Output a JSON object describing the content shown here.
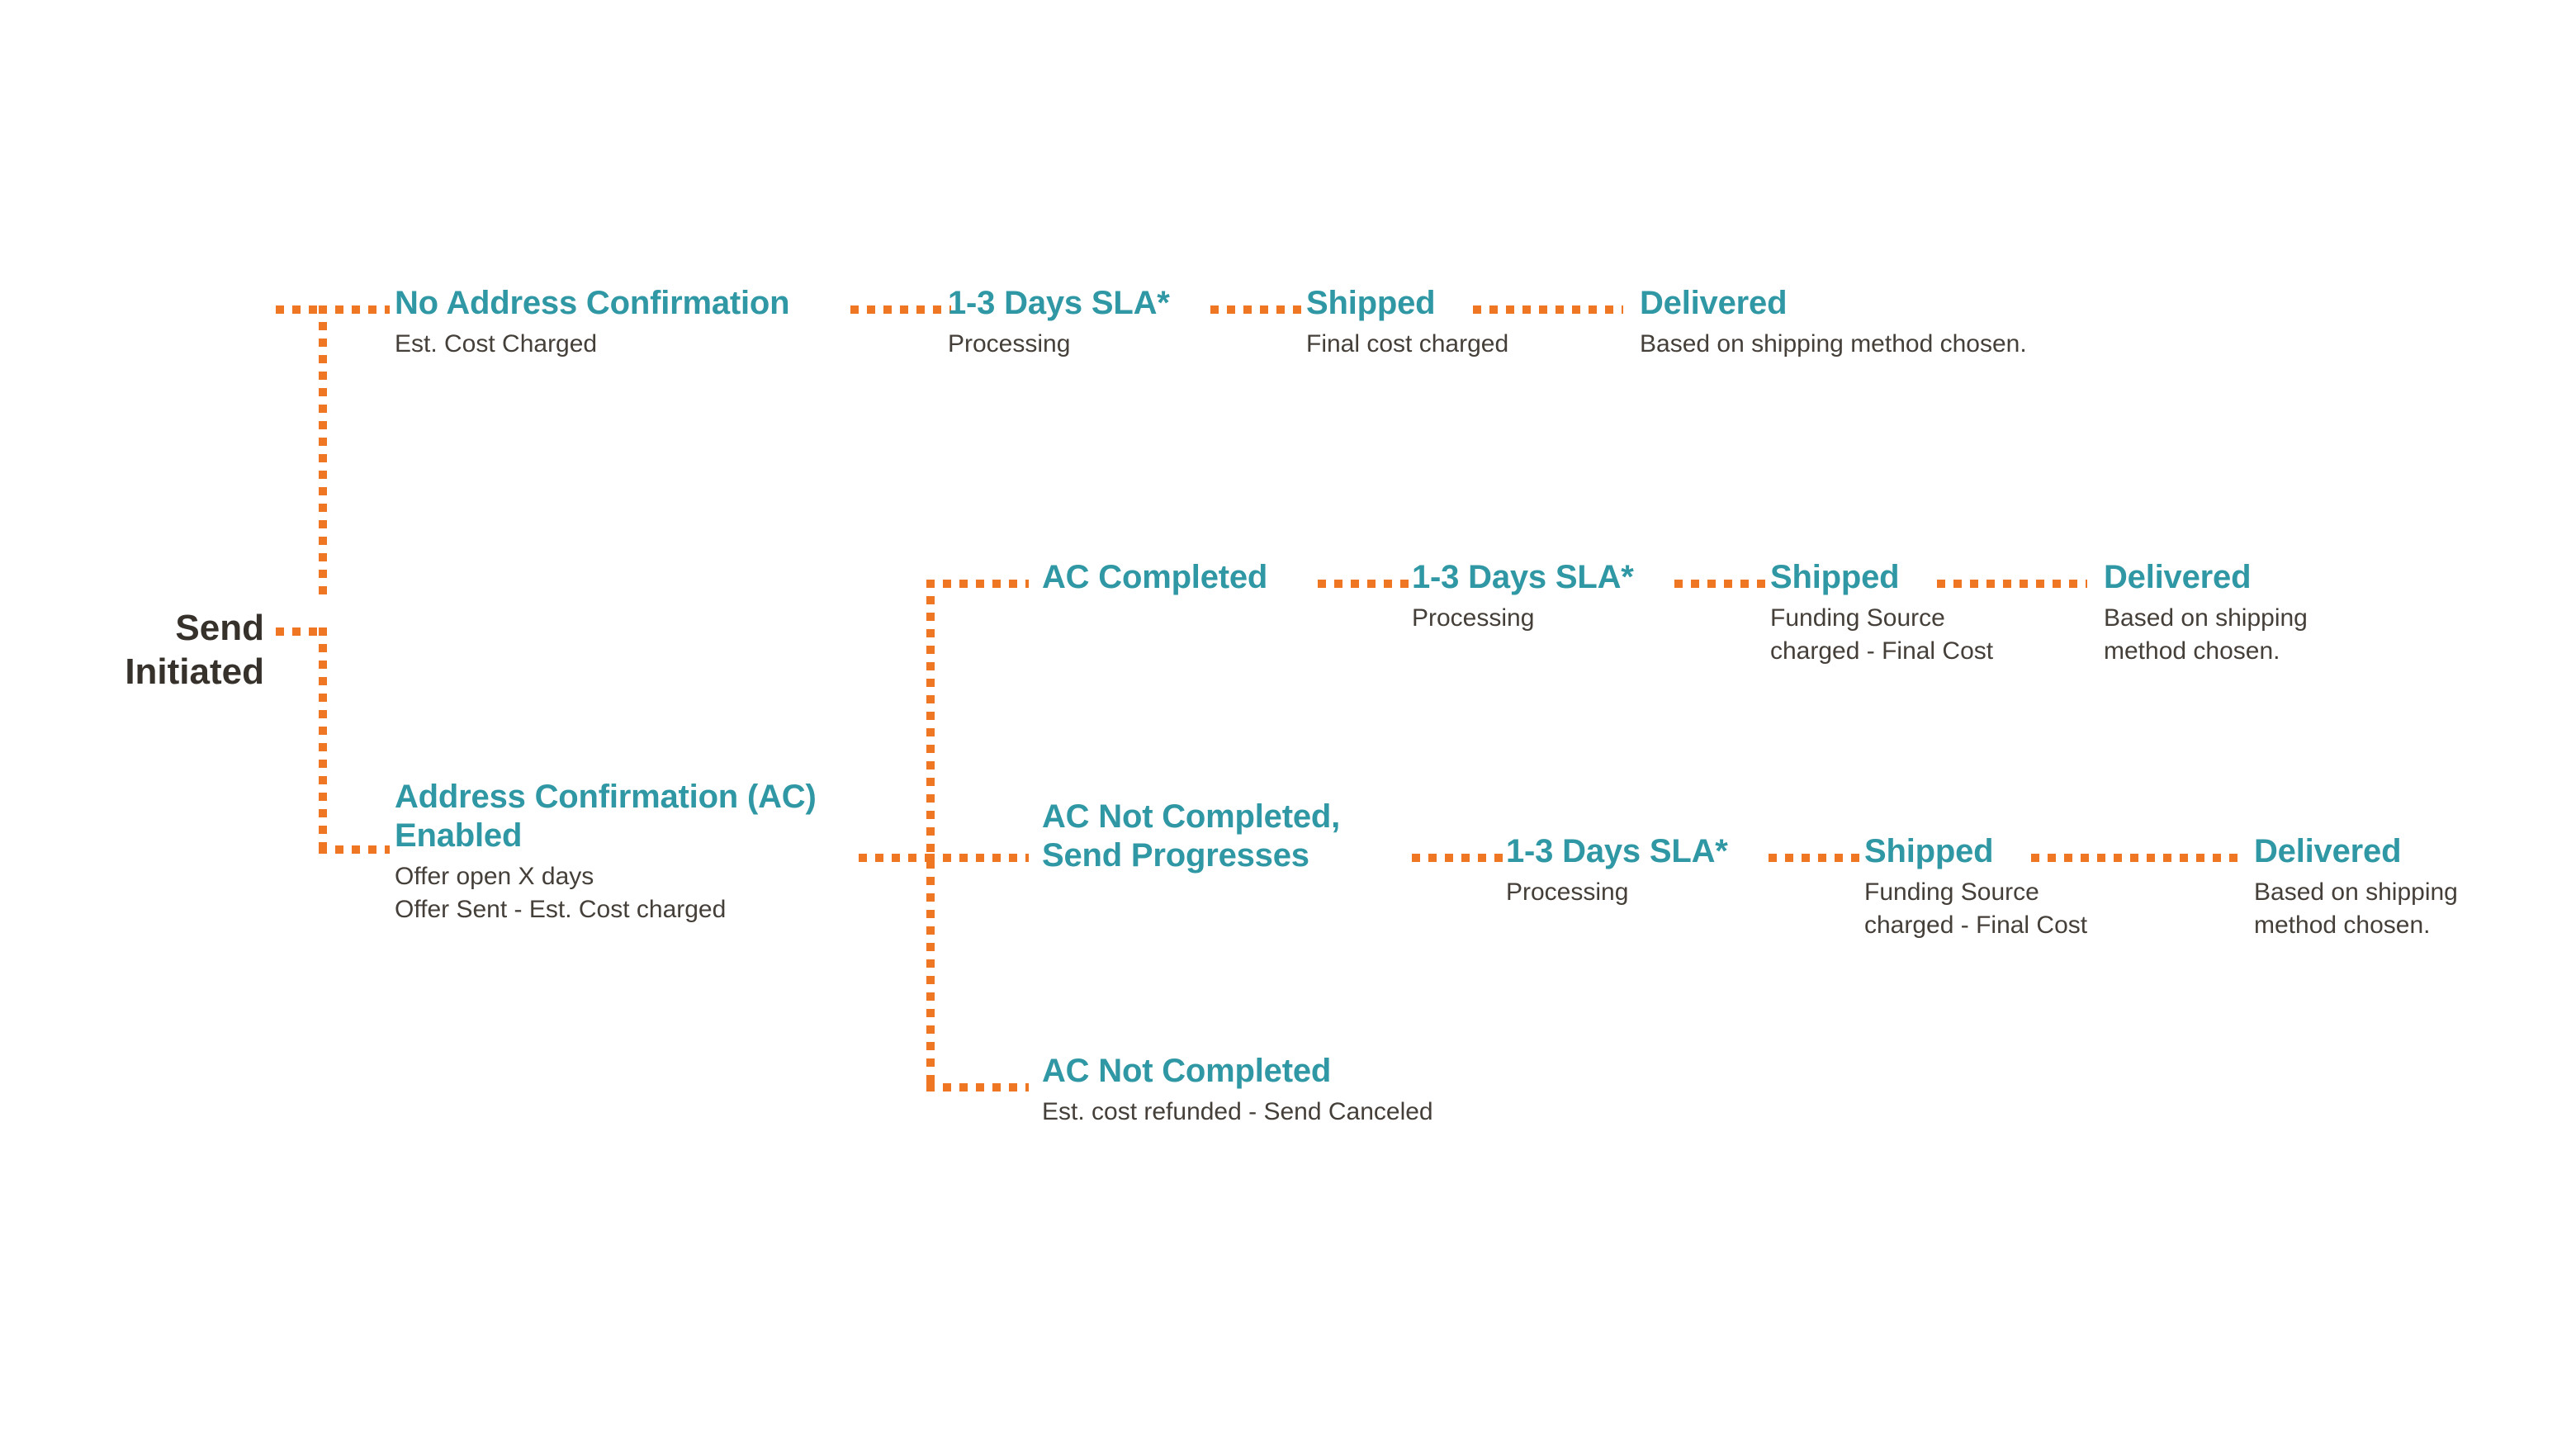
{
  "diagram": {
    "title_text": "Send Initiated",
    "colors": {
      "accent_teal": "#2f98a4",
      "connector_orange": "#ef7622",
      "body_text": "#453f39",
      "root_text": "#37312b",
      "background": "#ffffff"
    },
    "root": {
      "label": "Send\nInitiated"
    },
    "branches": [
      {
        "id": "no-address-confirmation",
        "nodes": [
          {
            "id": "no-ac",
            "title": "No Address Confirmation",
            "sub": "Est. Cost Charged"
          },
          {
            "id": "sla-1",
            "title": "1-3 Days SLA*",
            "sub": "Processing"
          },
          {
            "id": "shipped-1",
            "title": "Shipped",
            "sub": "Final cost charged"
          },
          {
            "id": "delivered-1",
            "title": "Delivered",
            "sub": "Based on shipping method chosen."
          }
        ]
      },
      {
        "id": "ac-completed",
        "nodes": [
          {
            "id": "ac-completed",
            "title": "AC Completed",
            "sub": ""
          },
          {
            "id": "sla-2",
            "title": "1-3 Days SLA*",
            "sub": "Processing"
          },
          {
            "id": "shipped-2",
            "title": "Shipped",
            "sub": "Funding Source\ncharged - Final Cost"
          },
          {
            "id": "delivered-2",
            "title": "Delivered",
            "sub": "Based on shipping\nmethod chosen."
          }
        ]
      },
      {
        "id": "address-confirmation-enabled",
        "nodes": [
          {
            "id": "ac-enabled",
            "title": "Address Confirmation (AC)\nEnabled",
            "sub": "Offer open X days\nOffer Sent - Est. Cost charged"
          }
        ]
      },
      {
        "id": "ac-not-completed-send-progresses",
        "nodes": [
          {
            "id": "ac-not-completed-progresses",
            "title": "AC Not Completed,\nSend Progresses",
            "sub": ""
          },
          {
            "id": "sla-3",
            "title": "1-3 Days SLA*",
            "sub": "Processing"
          },
          {
            "id": "shipped-3",
            "title": "Shipped",
            "sub": "Funding Source\ncharged - Final Cost"
          },
          {
            "id": "delivered-3",
            "title": "Delivered",
            "sub": "Based on shipping\nmethod chosen."
          }
        ]
      },
      {
        "id": "ac-not-completed",
        "nodes": [
          {
            "id": "ac-not-completed",
            "title": "AC Not Completed",
            "sub": "Est. cost refunded - Send Canceled"
          }
        ]
      }
    ]
  }
}
